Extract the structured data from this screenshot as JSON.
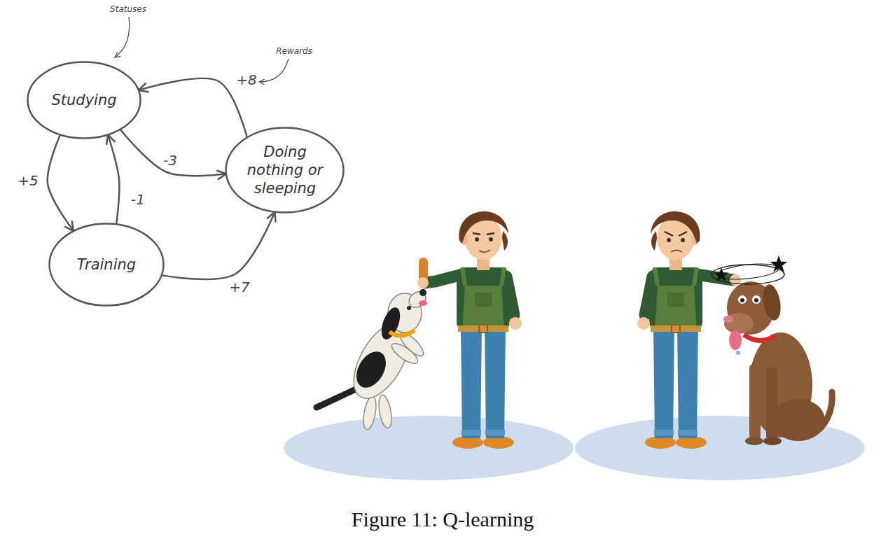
{
  "diagram": {
    "caption": "Figure 11: Q-learning",
    "nodes": [
      {
        "text": [
          "Studying"
        ]
      },
      {
        "text": [
          "Doing nothing or sleeping"
        ]
      },
      {
        "text": [
          "Training"
        ]
      }
    ],
    "edges": [
      {
        "from": 1,
        "to": 0,
        "label": "+8",
        "arrow": "to"
      },
      {
        "from": 0,
        "to": 1,
        "label": "-3",
        "arrow": "to"
      },
      {
        "from": 0,
        "to": 2,
        "label": "+5",
        "arrow": "to"
      },
      {
        "from": 2,
        "to": 0,
        "label": "-1",
        "arrow": "to"
      },
      {
        "from": 2,
        "to": 1,
        "label": "+7",
        "arrow": "to"
      }
    ],
    "labels": [
      "Statuses",
      "Rewards"
    ]
  }
}
